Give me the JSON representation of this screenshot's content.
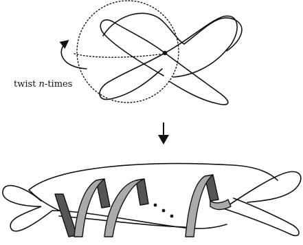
{
  "label": {
    "prefix": "twist ",
    "variable": "n",
    "suffix": "-times"
  },
  "colors": {
    "ink": "#111111",
    "ribbon_front": "#a9a9a9",
    "ribbon_back": "#555555",
    "background": "#ffffff"
  },
  "icons": {
    "arrow": "down-arrow-icon",
    "twist": "curved-arrow-icon",
    "crossing": "crossing-dot-icon"
  }
}
